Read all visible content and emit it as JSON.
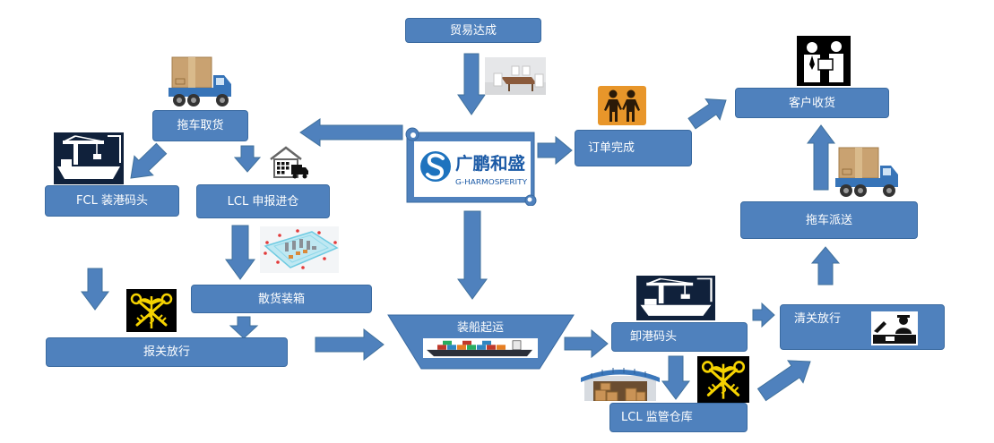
{
  "diagram": {
    "nodes": {
      "trade": "贸易达成",
      "pickup": "拖车取货",
      "fcl_port": "FCL 装港码头",
      "lcl_declare": "LCL 申报进仓",
      "consolidation": "散货装箱",
      "customs_release": "报关放行",
      "shipping": "装船起运",
      "order_complete": "订单完成",
      "customer_receipt": "客户收货",
      "truck_delivery": "拖车派送",
      "clearance": "清关放行",
      "discharge_port": "卸港码头",
      "lcl_bonded": "LCL 监管仓库"
    },
    "logo": {
      "name_cn": "广鹏和盛",
      "name_en": "G-HARMOSPERITY"
    },
    "icons": [
      "meeting-photo",
      "truck-icon",
      "warehouse-truck-icon",
      "ship-crane-icon",
      "warehouse-3d-image",
      "customs-icon",
      "people-icon",
      "delivery-exchange-icon",
      "customs-officer-icon",
      "warehouse-image",
      "container-ship-image"
    ],
    "colors": {
      "node_fill": "#4f81bd",
      "node_border": "#3a6aa0",
      "node_text": "#ffffff",
      "arrow_fill": "#4f81bd",
      "arrow_stroke": "#41719c",
      "logo_text": "#1b5aa6"
    }
  }
}
